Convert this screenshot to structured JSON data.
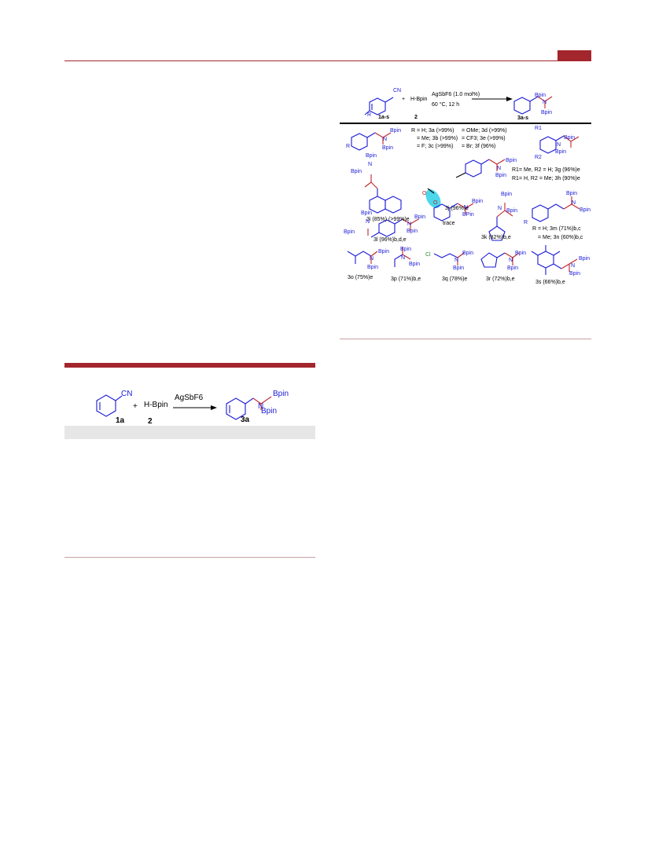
{
  "header": {
    "accent_color": "#a3262d"
  },
  "scheme_top": {
    "reactant_1": "1a-s",
    "reagent": "H-Bpin",
    "reagent_num": "2",
    "plus": "+",
    "catalyst": "AgSbF6 (1.0 mol%)",
    "conditions": "60 °C, 12 h",
    "product": "3a-s",
    "sub_R": "R",
    "sub_CN": "CN",
    "p_bpin1": "Bpin",
    "p_bpin2": "Bpin",
    "p_N": "N"
  },
  "table_rows": {
    "row1_a": "R = H; 3a (>99%)",
    "row1_b": "= OMe; 3d (>99%)",
    "row2_a": "= Me; 3b (>99%)",
    "row2_b": "= CF3; 3e (>99%)",
    "row3_a": "= F; 3c (>99%)",
    "row3_b": "= Br; 3f (96%)",
    "gh_1": "R1= Me, R2 = H; 3g (96%)e",
    "gh_2": "R1= H, R2 = Me; 3h (90%)e",
    "i_label": "3i (85%) (>99%)e",
    "j_label": "3j (96%)e",
    "trace_label": "trace",
    "k_label": "3k (82%)b,e",
    "l_label": "3l (96%)b,d,e",
    "m_label": "R = H; 3m (71%)b,c",
    "n_label": "= Me; 3n (60%)b,c",
    "o_label": "3o (75%)e",
    "p_label": "3p (71%)b,e",
    "q_label": "3q (78%)e",
    "r_label": "3r (72%)b,e",
    "s_label": "3s (66%)b,e",
    "bpin": "Bpin",
    "bpin_cap": "BPin",
    "n": "N",
    "r": "R",
    "r1": "R1",
    "r2": "R2",
    "cl": "Cl",
    "o": "O"
  },
  "scheme_left": {
    "reactant_cn": "CN",
    "reactant_num": "1a",
    "plus": "+",
    "reagent": "H-Bpin",
    "reagent_num": "2",
    "catalyst": "AgSbF6",
    "product_num": "3a",
    "bpin1": "Bpin",
    "bpin2": "Bpin",
    "n": "N"
  }
}
